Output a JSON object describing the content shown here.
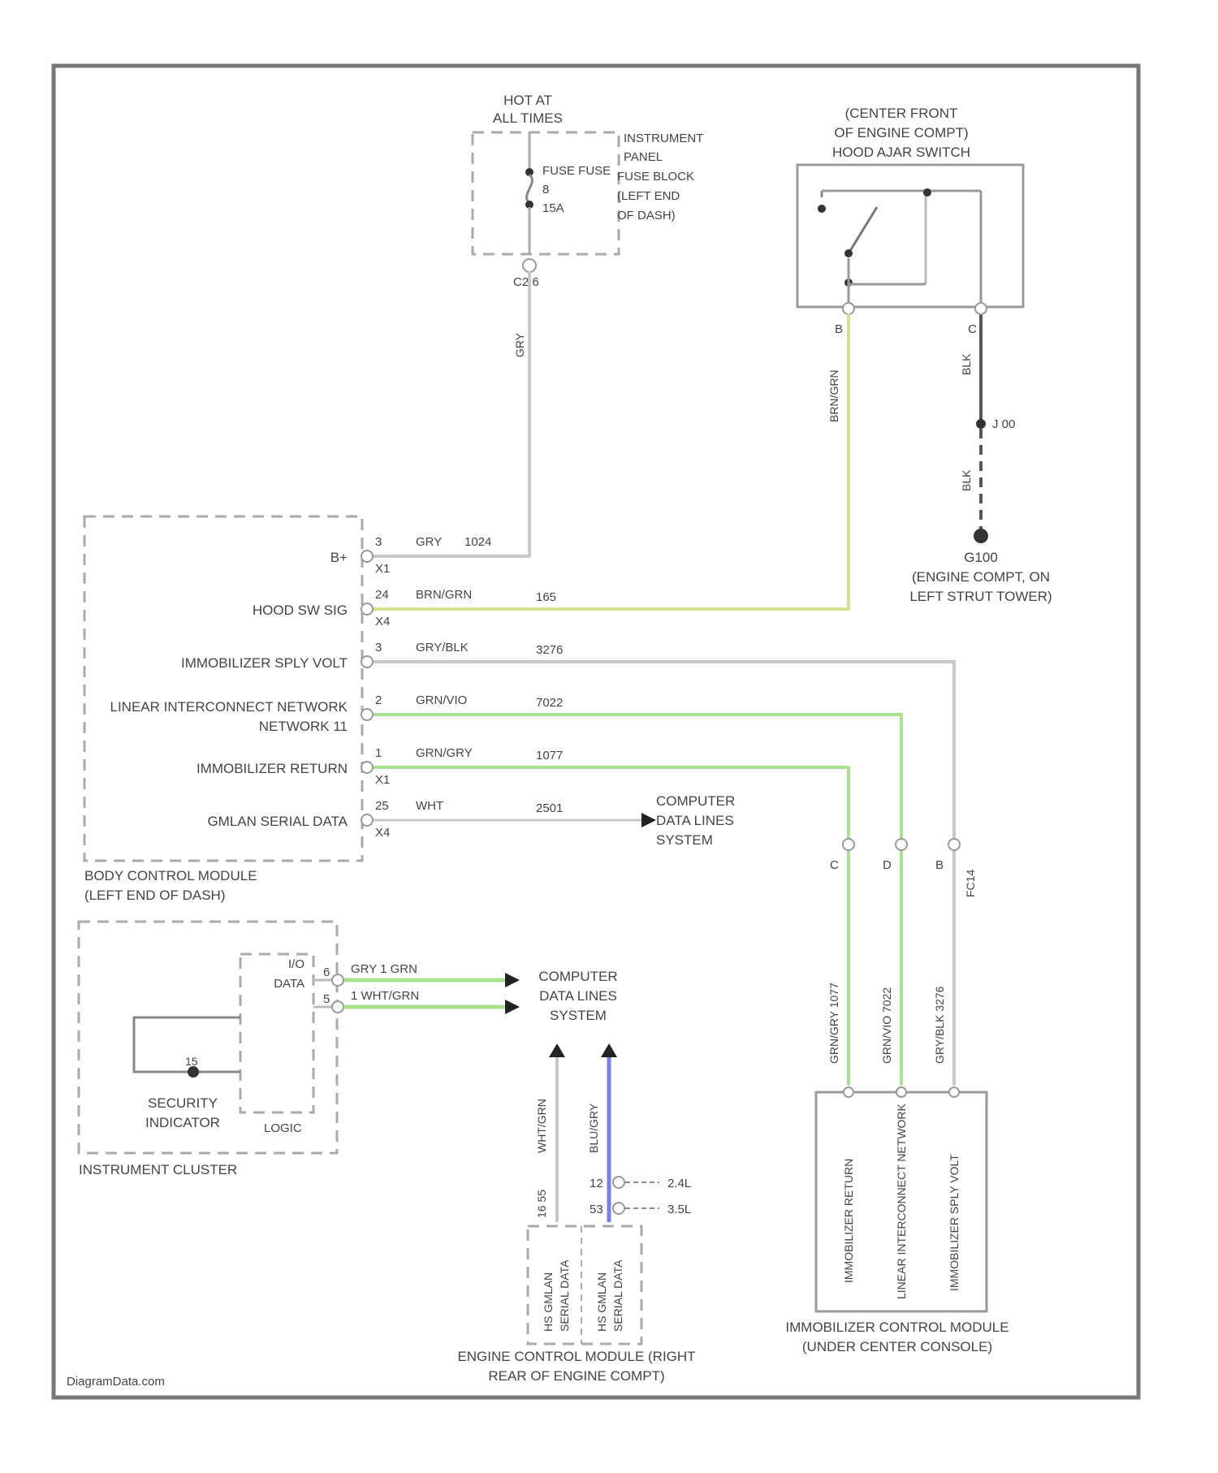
{
  "colors": {
    "gray_wire": "#c8c8c8",
    "yellow_green_wire": "#d6df8c",
    "green_wire": "#a9e28f",
    "blue_wire": "#7a7cf2",
    "black_wire": "#555555",
    "frame": "#777777"
  },
  "fuse": {
    "hot_label": [
      "HOT AT",
      "ALL TIMES"
    ],
    "fuse_label": [
      "FUSE FUSE",
      "8",
      "15A"
    ],
    "panel_label": [
      "INSTRUMENT",
      "PANEL",
      "FUSE BLOCK",
      "(LEFT END",
      "OF DASH)"
    ],
    "connector": "C2  6",
    "wire_color": "GRY"
  },
  "hood_switch": {
    "title": [
      "(CENTER FRONT",
      "OF ENGINE COMPT)",
      "HOOD AJAR SWITCH"
    ],
    "pin_a": "B",
    "pin_b": "C",
    "wire_a": "BRN/GRN",
    "wire_b": "BLK",
    "splice": "J 00",
    "wire_b2": "BLK",
    "ground_name": "G100",
    "ground_label": [
      "(ENGINE COMPT, ON",
      "LEFT STRUT TOWER)"
    ]
  },
  "bcm": {
    "name": [
      "BODY CONTROL MODULE",
      "(LEFT END OF DASH)"
    ],
    "rows": [
      {
        "label": "B+",
        "pin": "3",
        "conn": "X1",
        "wire": "GRY",
        "circuit": "1024"
      },
      {
        "label": "HOOD SW SIG",
        "pin": "24",
        "conn": "X4",
        "wire": "BRN/GRN",
        "circuit": "165"
      },
      {
        "label": "IMMOBILIZER SPLY VOLT",
        "pin": "3",
        "conn": "",
        "wire": "GRY/BLK",
        "circuit": "3276"
      },
      {
        "label": "LINEAR INTERCONNECT NETWORK",
        "label2": "NETWORK 11",
        "pin": "2",
        "conn": "",
        "wire": "GRN/VIO",
        "circuit": "7022"
      },
      {
        "label": "IMMOBILIZER RETURN",
        "pin": "1",
        "conn": "X1",
        "wire": "GRN/GRY",
        "circuit": "1077"
      },
      {
        "label": "GMLAN SERIAL DATA",
        "pin": "25",
        "conn": "X4",
        "wire": "WHT",
        "circuit": "2501"
      }
    ],
    "data_dest": [
      "COMPUTER",
      "DATA LINES",
      "SYSTEM"
    ]
  },
  "cluster": {
    "name": "INSTRUMENT CLUSTER",
    "io_label": [
      "I/O",
      "DATA"
    ],
    "logic_label": "LOGIC",
    "indicator_label": [
      "SECURITY",
      "INDICATOR"
    ],
    "indicator_pin": "15",
    "pin1": "6",
    "pin2": "5",
    "wire1": "GRY 1 GRN",
    "wire2": "1 WHT/GRN",
    "data_dest": [
      "COMPUTER",
      "DATA LINES",
      "SYSTEM"
    ]
  },
  "ecm": {
    "name": [
      "ENGINE CONTROL MODULE (RIGHT",
      "REAR OF ENGINE COMPT)"
    ],
    "wire_left": "WHT/GRN",
    "wire_right": "BLU/GRY",
    "pins_left": "16  55",
    "pins_right": [
      "12",
      "53"
    ],
    "engine_notes": [
      "2.4L",
      "3.5L"
    ],
    "internal_left": [
      "HS GMLAN",
      "SERIAL DATA"
    ],
    "internal_right": [
      "HS GMLAN",
      "SERIAL DATA"
    ]
  },
  "imm": {
    "name": [
      "IMMOBILIZER CONTROL MODULE",
      "(UNDER CENTER CONSOLE)"
    ],
    "pins": [
      "C",
      "D",
      "B"
    ],
    "wires": [
      "GRN/GRY  1077",
      "GRN/VIO  7022",
      "GRY/BLK  3276"
    ],
    "fcon": "FC14",
    "internal": [
      "IMMOBILIZER RETURN",
      "LINEAR INTERCONNECT NETWORK",
      "IMMOBILIZER SPLY VOLT"
    ]
  },
  "watermark": "DiagramData.com"
}
